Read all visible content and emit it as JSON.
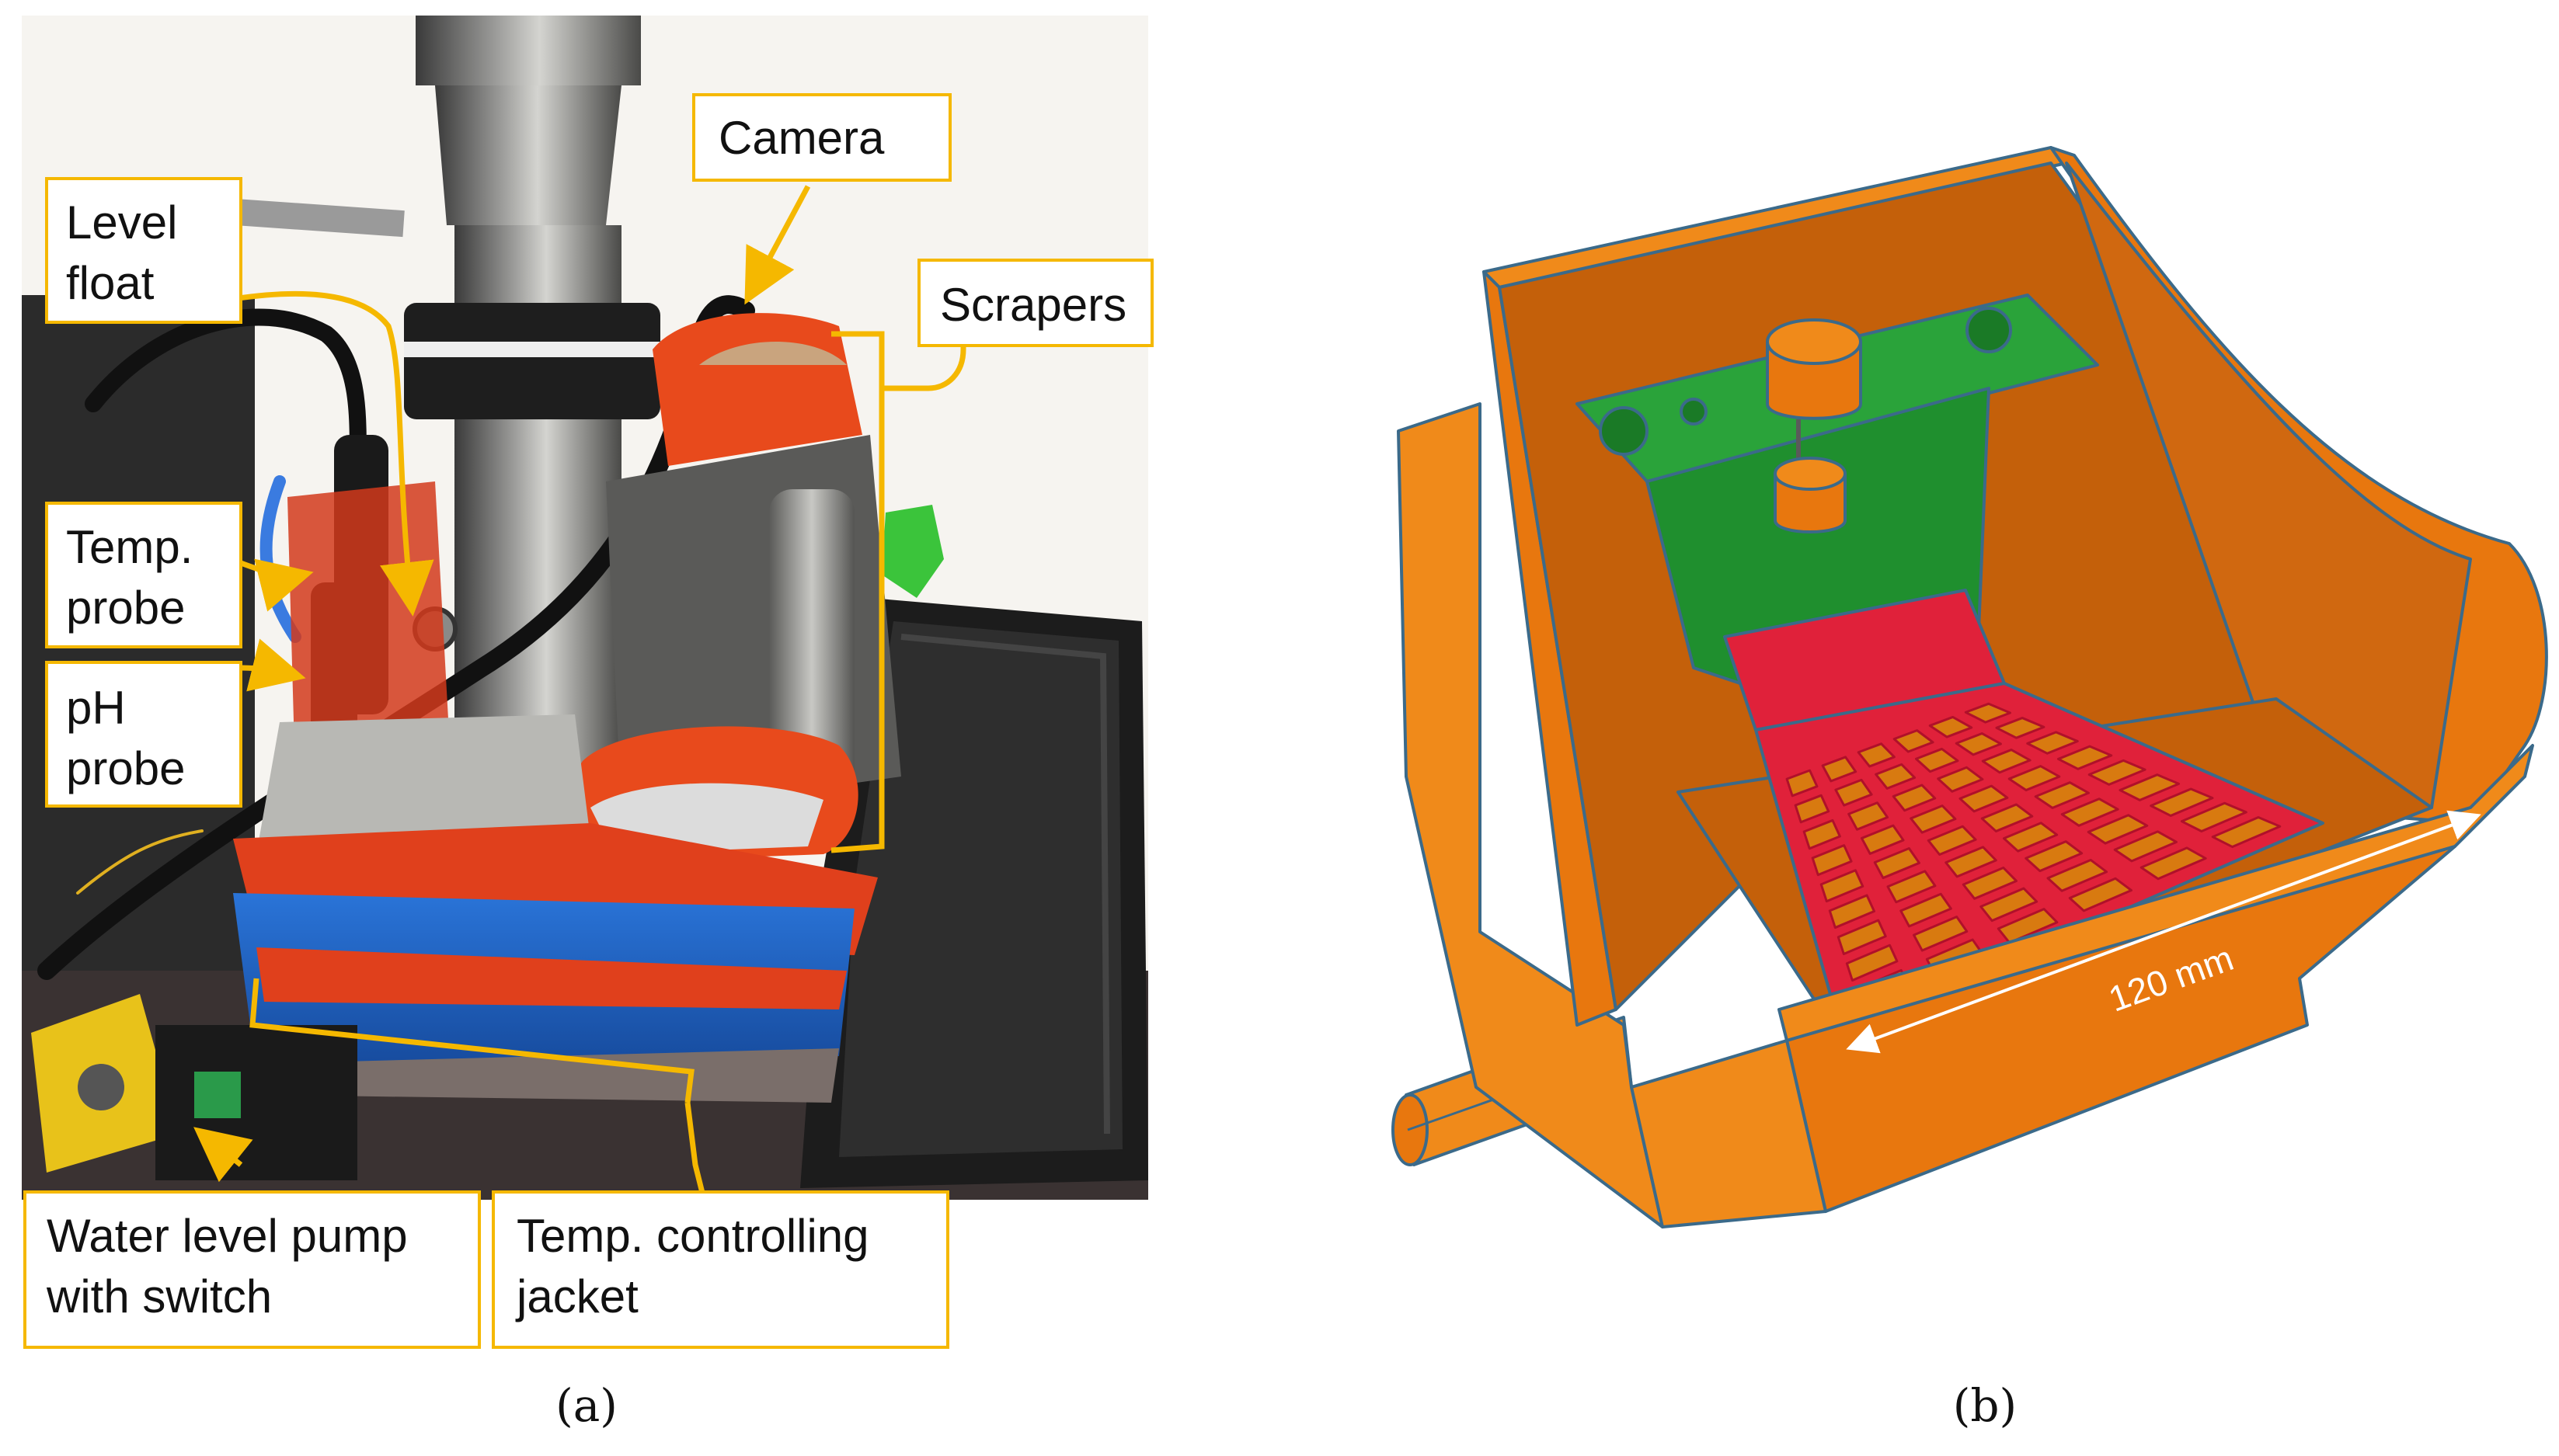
{
  "panels": {
    "a": {
      "caption": "(a)"
    },
    "b": {
      "caption": "(b)"
    }
  },
  "callouts": {
    "camera": "Camera",
    "level_float": [
      "Level",
      "float"
    ],
    "scrapers": "Scrapers",
    "temp_probe": [
      "Temp.",
      "probe"
    ],
    "ph_probe": [
      "pH",
      "probe"
    ],
    "water_level_pump": [
      "Water level pump",
      "with switch"
    ],
    "temp_jacket": [
      "Temp.  controlling",
      "jacket"
    ]
  },
  "dimension": {
    "label": "120 mm"
  },
  "colors": {
    "callout_border": "#f5b800",
    "model_orange": "#e8770e",
    "model_orange_light": "#f08a1a",
    "model_green": "#2aa33a",
    "model_red": "#e0213a"
  }
}
